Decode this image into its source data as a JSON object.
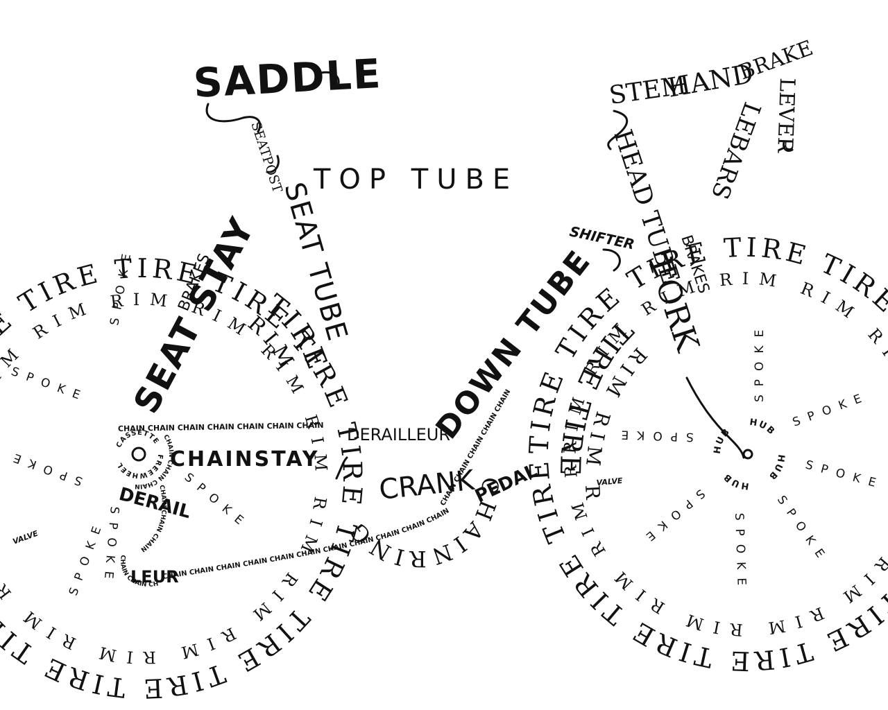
{
  "labels": {
    "saddle": "SADDLE",
    "seatpost": "SEATPOST",
    "top_tube": "TOP TUBE",
    "stem": "STEM",
    "handlebars_hand": "HAND",
    "handlebars_rest": "LEBARS",
    "brake": "BRAKE",
    "lever": "LEVER",
    "head_tube": "HEAD TUBE",
    "fork": "FORK",
    "brakes": "BRAKES",
    "shifter": "SHIFTER",
    "seat_stay": "SEAT STAY",
    "seat_tube": "SEAT TUBE",
    "down_tube": "DOWN TUBE",
    "chainstay": "CHAINSTAY",
    "derailleur": "DERAILLEUR",
    "derail": "DERAIL",
    "leur": "LEUR",
    "chainring": "CHAINRING",
    "crank": "CRANK",
    "pedal": "PEDAL",
    "freewheel": "FREEWHEEL",
    "cassette": "CASSETTE",
    "chain_top": "CHAIN CHAIN CHAIN CHAIN CHAIN CHAIN CHAIN",
    "chain_bottom": "CHAIN CHAIN CHAIN CHAIN CHAIN CHAIN CHAIN CHAIN CHAIN CHAIN CHAIN",
    "chain_diag": "CHAIN CHAIN CHAIN CHAIN CHAIN",
    "chain_ring": "CHAIN CHAIN CHAIN",
    "hub": "HUB",
    "valve": "VALVE",
    "tire_ring": "TIRE TIRE TIRE TIRE TIRE TIRE TIRE TIRE TIRE TIRE TIRE TIRE TIRE",
    "rim_ring": "RIM RIM RIM RIM RIM RIM RIM RIM RIM RIM RIM RIM RIM RIM RIM",
    "tire_inner": "TIRE",
    "rim_inner": "RIM",
    "spoke": "SPOKE"
  },
  "colors": {
    "ink": "#111111",
    "background": "#ffffff"
  }
}
